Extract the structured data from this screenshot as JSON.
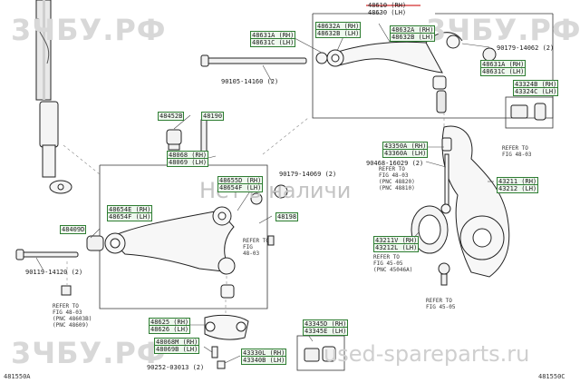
{
  "watermarks": {
    "top_left": "3ЧБУ.РФ",
    "top_right": "3ЧБУ.РФ",
    "bottom_left": "3ЧБУ.РФ",
    "bottom_right": "used-spareparts.ru",
    "center": "Нет в наличи"
  },
  "corners": {
    "bottom_left": "481550A",
    "bottom_right": "481550C"
  },
  "labels": {
    "p48610": "48610 (RH)",
    "p48630": "48630 (LH)",
    "p48632a_left": "48632A (RH)",
    "p48632b_left": "48632B (LH)",
    "p48632a_right": "48632A (RH)",
    "p48632b_right": "48632B (LH)",
    "p48631a_left": "48631A (RH)",
    "p48631c_left": "48631C (LH)",
    "p48631a_right": "48631A (RH)",
    "p48631c_right": "48631C (LH)",
    "p90179_14062": "90179-14062 (2)",
    "p90105_14160": "90105-14160 (2)",
    "p43324b": "43324B (RH)",
    "p43324c": "43324C (LH)",
    "p48452b": "48452B",
    "p48190": "48190",
    "p48068": "48068 (RH)",
    "p48069": "48069 (LH)",
    "p48655d": "48655D (RH)",
    "p48654f": "48654F (LH)",
    "p48654e": "48654E (RH)",
    "p48654f2": "48654F (LH)",
    "p90179_14069": "90179-14069 (2)",
    "p48198": "48198",
    "p48409d": "48409D",
    "p90119_14120": "90119-14120 (2)",
    "p43350a": "43350A (RH)",
    "p43360a": "43360A (LH)",
    "p90468_16029": "90468-16029 (2)",
    "p43211": "43211 (RH)",
    "p43212": "43212 (LH)",
    "p43211v": "43211V (RH)",
    "p43212l": "43212L (LH)",
    "p48625": "48625 (RH)",
    "p48626": "48626 (LH)",
    "p48068m": "48068M (RH)",
    "p48069b": "48069B (LH)",
    "p90252": "90252-03013 (2)",
    "p43330l": "43330L (RH)",
    "p43340b": "43340B (LH)",
    "p43345d": "43345D (RH)",
    "p43345e": "43345E (LH)"
  },
  "ref_notes": {
    "r_lower_left": "REFER TO\nFIG 48-03\n(PNC 48603B)\n(PNC 48609)",
    "r_center": "REFER TO\nFIG\n48-03",
    "r_knuckle_top": "REFER TO\nFIG 48-03",
    "r_link": "REFER TO\nFIG 48-03\n(PNC 48820)\n(PNC 48810)",
    "r_axle": "REFER TO\nFIG 45-05\n(PNC 45046A)",
    "r_bottom_right": "REFER TO\nFIG 45-05"
  },
  "marks": {
    "highlight_color": "#d32f2f",
    "box_color": "#2e7d32"
  }
}
